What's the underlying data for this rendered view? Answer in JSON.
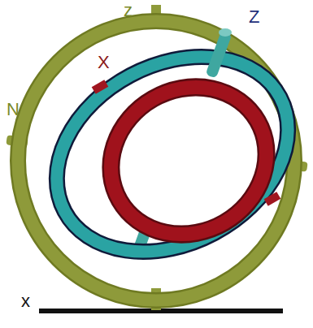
{
  "diagram": {
    "labels": [
      "z",
      "Z",
      "X",
      "N",
      "x"
    ]
  }
}
